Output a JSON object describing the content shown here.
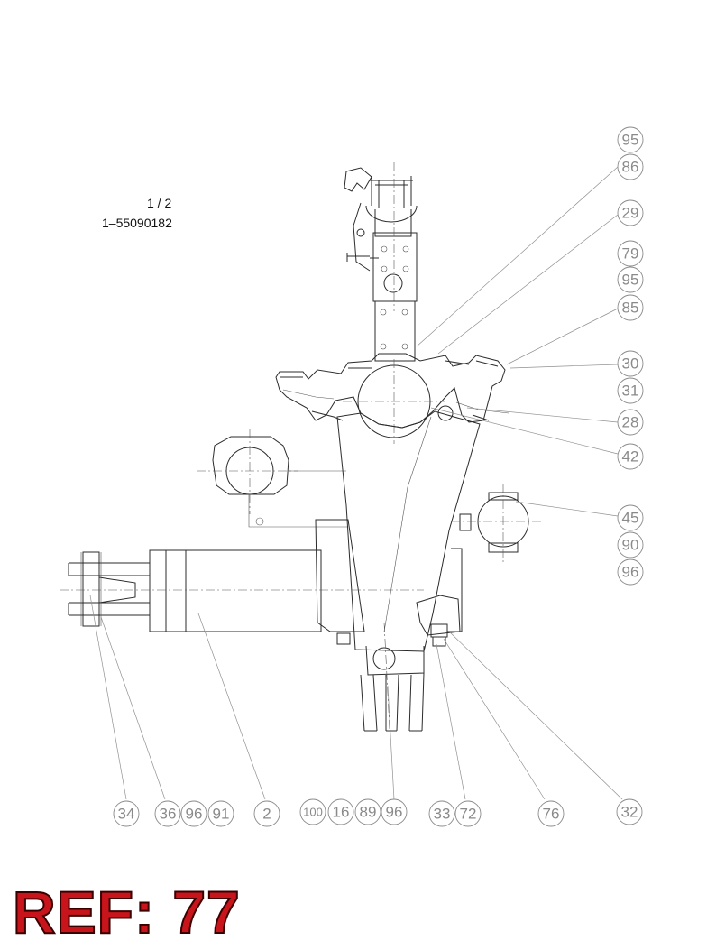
{
  "sheet": {
    "page": "1 / 2",
    "drawing_number": "1–55090182"
  },
  "reference": {
    "label": "REF: 77"
  },
  "callouts": {
    "right": [
      "95",
      "86",
      "29",
      "79",
      "95",
      "85",
      "30",
      "31",
      "28",
      "42",
      "45",
      "90",
      "96"
    ],
    "bottom": [
      "34",
      "36",
      "96",
      "91",
      "2",
      "100",
      "16",
      "89",
      "96",
      "33",
      "72",
      "76",
      "32"
    ]
  },
  "colors": {
    "reference_label": "#c8141b",
    "line_art": "#2b2b2b",
    "callout": "#8a8a8a"
  }
}
